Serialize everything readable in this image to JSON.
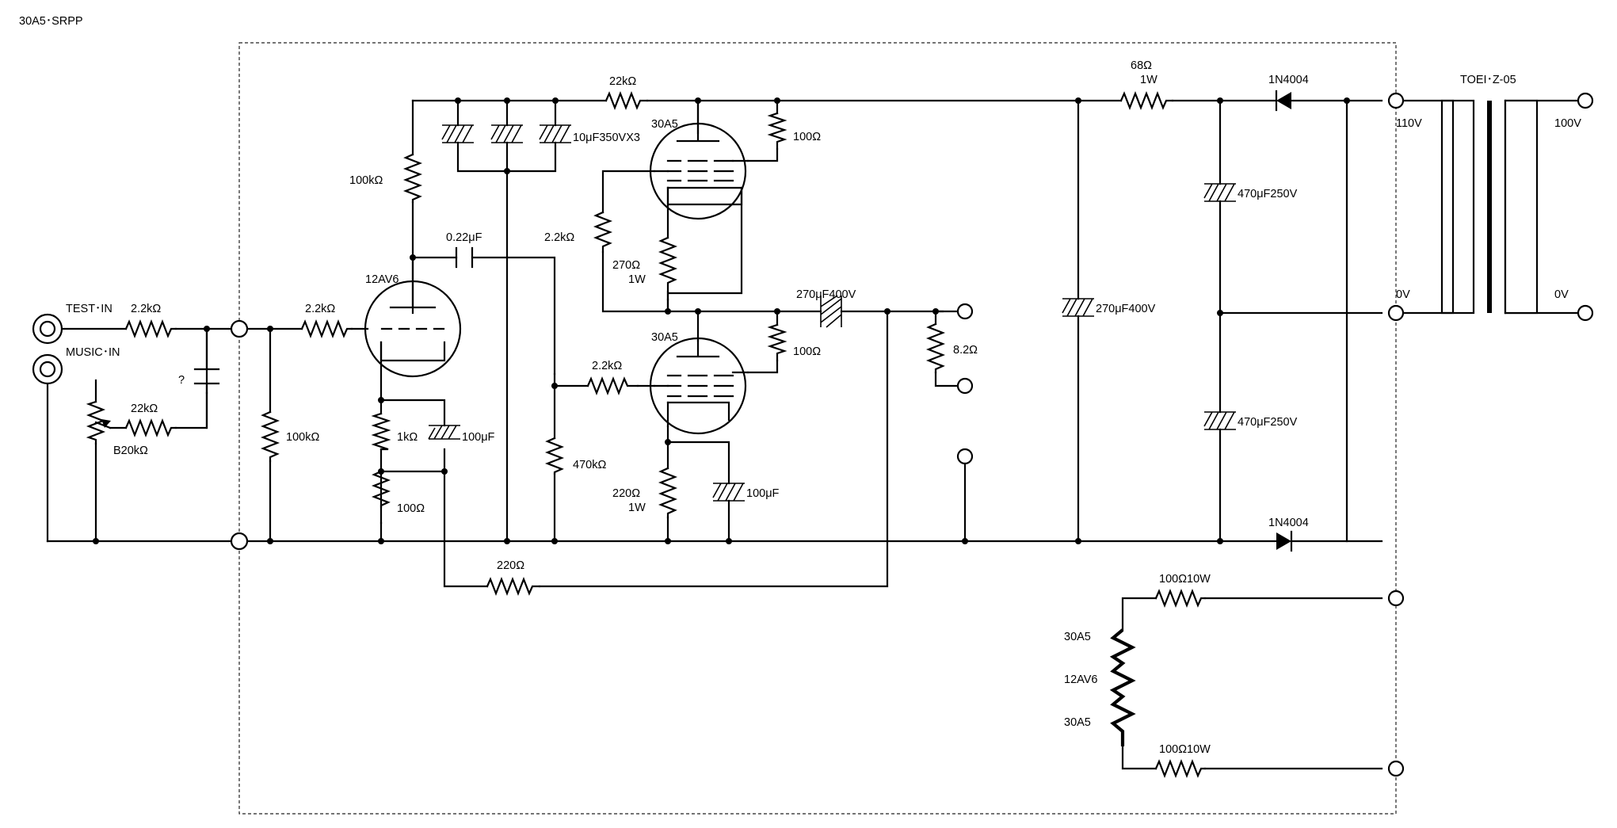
{
  "title": "30A5･SRPP",
  "inputs": {
    "test_in": "TEST･IN",
    "music_in": "MUSIC･IN"
  },
  "tubes": {
    "v1": "12AV6",
    "v2": "30A5",
    "v3": "30A5"
  },
  "resistors": {
    "r_test_in": "2.2kΩ",
    "r_grid_v1": "2.2kΩ",
    "r_fb_vol": "22kΩ",
    "r_grid_leak": "100kΩ",
    "r_plate_v1": "100kΩ",
    "r_cath_v1a": "1kΩ",
    "r_cath_v1b": "100Ω",
    "r_fb": "220Ω",
    "r_decouple": "22kΩ",
    "r_g2_upper": "100Ω",
    "r_g1_upper": "2.2kΩ",
    "r_cath_upper": "270Ω",
    "r_cath_upper_w": "1W",
    "r_g2_lower": "100Ω",
    "r_g1_lower": "2.2kΩ",
    "r_grid_lower": "470kΩ",
    "r_cath_lower": "220Ω",
    "r_cath_lower_w": "1W",
    "r_load": "8.2Ω",
    "r_ps": "68Ω",
    "r_ps_w": "1W",
    "r_heater_top": "100Ω10W",
    "r_heater_bot": "100Ω10W"
  },
  "pot": "B20kΩ",
  "capacitors": {
    "c_unknown": "?",
    "c_coupling": "0.22μF",
    "c_cath_v1": "100μF",
    "c_decouple": "10μF350VX3",
    "c_out": "270μF400V",
    "c_cath_lower": "100μF",
    "c_filter": "270μF400V",
    "c_doubler_top": "470μF250V",
    "c_doubler_bot": "470μF250V"
  },
  "diodes": {
    "d_top": "1N4004",
    "d_bot": "1N4004"
  },
  "transformer": {
    "name": "TOEI･Z-05",
    "sec_hi": "110V",
    "sec_lo": "0V",
    "pri_hi": "100V",
    "pri_lo": "0V"
  },
  "heaters": {
    "h1": "30A5",
    "h2": "12AV6",
    "h3": "30A5"
  }
}
